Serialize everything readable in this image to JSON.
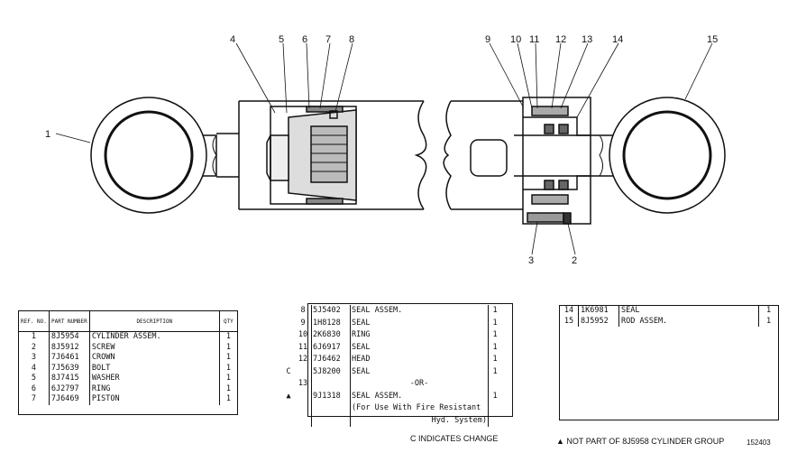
{
  "callouts": [
    "1",
    "2",
    "3",
    "4",
    "5",
    "6",
    "7",
    "8",
    "9",
    "10",
    "11",
    "12",
    "13",
    "14",
    "15"
  ],
  "table1": {
    "headers": {
      "ref": "REF. NO.",
      "part": "PART NUMBER",
      "desc": "DESCRIPTION",
      "qty": "QTY"
    },
    "rows": [
      {
        "ref": "1",
        "part": "8J5954",
        "desc": "CYLINDER ASSEM.",
        "qty": "1"
      },
      {
        "ref": "2",
        "part": "8J5912",
        "desc": "SCREW",
        "qty": "1"
      },
      {
        "ref": "3",
        "part": "7J6461",
        "desc": "CROWN",
        "qty": "1"
      },
      {
        "ref": "4",
        "part": "7J5639",
        "desc": "BOLT",
        "qty": "1"
      },
      {
        "ref": "5",
        "part": "8J7415",
        "desc": "WASHER",
        "qty": "1"
      },
      {
        "ref": "6",
        "part": "6J2797",
        "desc": "RING",
        "qty": "1"
      },
      {
        "ref": "7",
        "part": "7J6469",
        "desc": "PISTON",
        "qty": "1"
      }
    ]
  },
  "table2": {
    "rows": [
      {
        "mark": "",
        "ref": "8",
        "part": "5J5402",
        "desc": "SEAL ASSEM.",
        "qty": "1"
      },
      {
        "mark": "",
        "ref": "9",
        "part": "1H8128",
        "desc": "SEAL",
        "qty": "1"
      },
      {
        "mark": "",
        "ref": "10",
        "part": "2K6830",
        "desc": "RING",
        "qty": "1"
      },
      {
        "mark": "",
        "ref": "11",
        "part": "6J6917",
        "desc": "SEAL",
        "qty": "1"
      },
      {
        "mark": "",
        "ref": "12",
        "part": "7J6462",
        "desc": "HEAD",
        "qty": "1"
      },
      {
        "mark": "C",
        "ref": "",
        "part": "5J8200",
        "desc": "SEAL",
        "qty": "1"
      },
      {
        "mark": "",
        "ref": "13",
        "part": "",
        "desc": "-OR-",
        "qty": ""
      },
      {
        "mark": "▲",
        "ref": "",
        "part": "9J1318",
        "desc": "SEAL ASSEM.",
        "qty": "1"
      },
      {
        "mark": "",
        "ref": "",
        "part": "",
        "desc": "(For Use With Fire Resistant",
        "qty": ""
      },
      {
        "mark": "",
        "ref": "",
        "part": "",
        "desc": "Hyd. System)",
        "qty": ""
      }
    ]
  },
  "table3": {
    "rows": [
      {
        "ref": "14",
        "part": "1K6981",
        "desc": "SEAL",
        "qty": "1"
      },
      {
        "ref": "15",
        "part": "8J5952",
        "desc": "ROD ASSEM.",
        "qty": "1"
      }
    ]
  },
  "notes": {
    "change": "C INDICATES CHANGE",
    "not_part": "▲ NOT PART OF 8J5958 CYLINDER GROUP",
    "figure_no": "152403"
  }
}
